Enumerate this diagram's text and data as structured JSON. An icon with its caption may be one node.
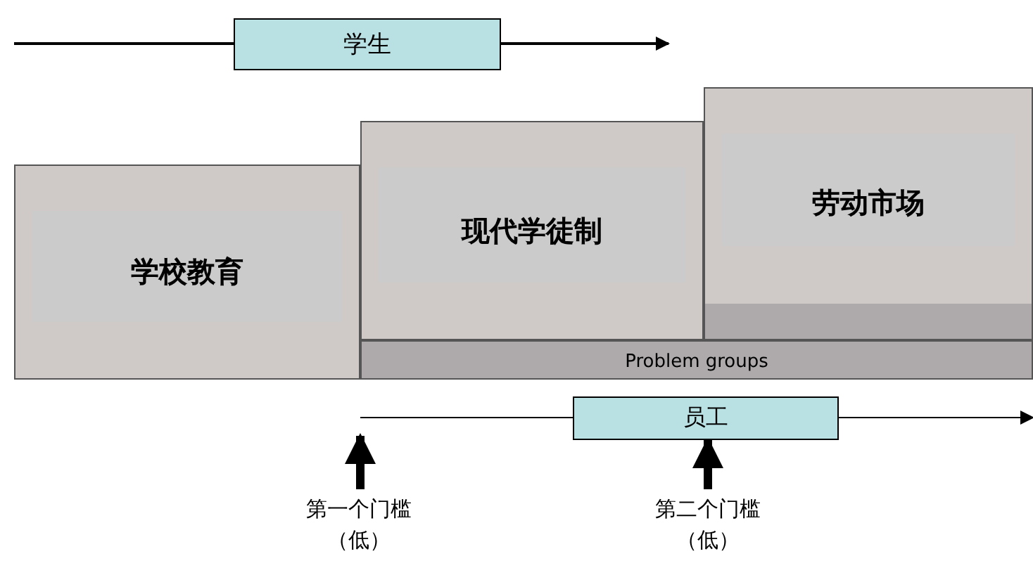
{
  "diagram": {
    "nodes": [
      {
        "text": [
          "学生"
        ]
      },
      {
        "text": [
          "学校教育"
        ]
      },
      {
        "text": [
          "现代学徒制"
        ]
      },
      {
        "text": [
          "劳动市场"
        ]
      },
      {
        "text": [
          "Problem groups"
        ]
      },
      {
        "text": [
          "员工"
        ]
      },
      {
        "text": [
          "第一个门槛（低）"
        ]
      },
      {
        "text": [
          "第二个门槛（低）"
        ]
      }
    ],
    "edges": [
      {
        "from": null,
        "to": 0,
        "arrow": "none"
      },
      {
        "from": 0,
        "to": null,
        "arrow": "to"
      },
      {
        "from": null,
        "to": 5,
        "arrow": "none"
      },
      {
        "from": 5,
        "to": null,
        "arrow": "to"
      },
      {
        "from": 6,
        "to": null,
        "arrow": "to",
        "style": "thick"
      },
      {
        "from": 7,
        "to": 5,
        "arrow": "to",
        "style": "thick"
      }
    ]
  }
}
